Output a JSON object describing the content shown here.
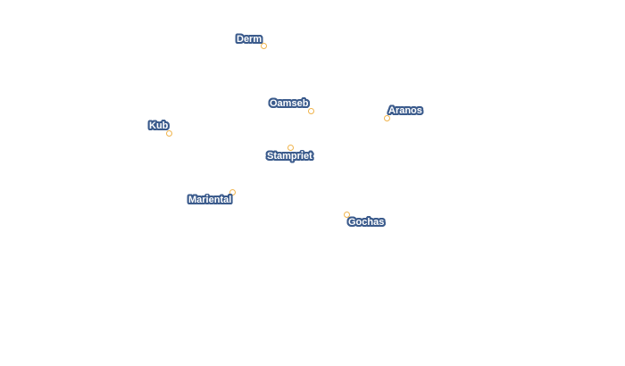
{
  "map": {
    "marker_color": "#f0b44c",
    "label_halo_color": "#3b5b8c",
    "label_text_color": "#ffffff",
    "towns": [
      {
        "id": "derm",
        "name": "Derm"
      },
      {
        "id": "oamseb",
        "name": "Oamseb"
      },
      {
        "id": "aranos",
        "name": "Aranos"
      },
      {
        "id": "kub",
        "name": "Kub"
      },
      {
        "id": "stampriet",
        "name": "Stampriet"
      },
      {
        "id": "mariental",
        "name": "Mariental"
      },
      {
        "id": "gochas",
        "name": "Gochas"
      }
    ]
  }
}
